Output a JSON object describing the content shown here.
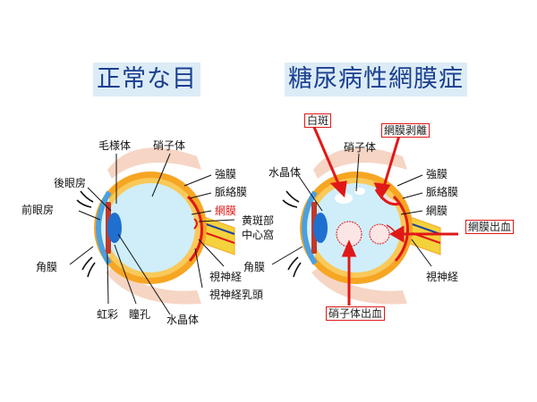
{
  "titles": {
    "normal": "正常な目",
    "diabetic": "糖尿病性網膜症"
  },
  "normal_eye": {
    "labels": {
      "ciliary_body": "毛様体",
      "vitreous": "硝子体",
      "posterior_chamber": "後眼房",
      "anterior_chamber": "前眼房",
      "sclera": "強膜",
      "choroid": "脈絡膜",
      "retina": "網膜",
      "macula": "黄斑部",
      "fovea": "中心窩",
      "cornea": "角膜",
      "optic_nerve": "視神経",
      "optic_disc": "視神経乳頭",
      "iris": "虹彩",
      "pupil": "瞳孔",
      "lens": "水晶体"
    }
  },
  "diabetic_eye": {
    "labels": {
      "white_spot": "白斑",
      "vitreous": "硝子体",
      "retinal_detachment": "網膜剥離",
      "lens": "水晶体",
      "sclera": "強膜",
      "choroid": "脈絡膜",
      "retina": "網膜",
      "cornea": "角膜",
      "retinal_hemorrhage": "網膜出血",
      "optic_nerve": "視神経",
      "vitreous_hemorrhage": "硝子体出血"
    }
  },
  "colors": {
    "title_text": "#1a3f8f",
    "title_bg": "#dcecf6",
    "sclera": "#f6a623",
    "choroid": "#f9c95a",
    "retina_highlight": "#e01818",
    "vitreous": "#cfeefa",
    "lens": "#1e6fd0",
    "optic_nerve": "#f4d23c",
    "callout_red": "#e01818",
    "skin": "#f6d5c4"
  }
}
